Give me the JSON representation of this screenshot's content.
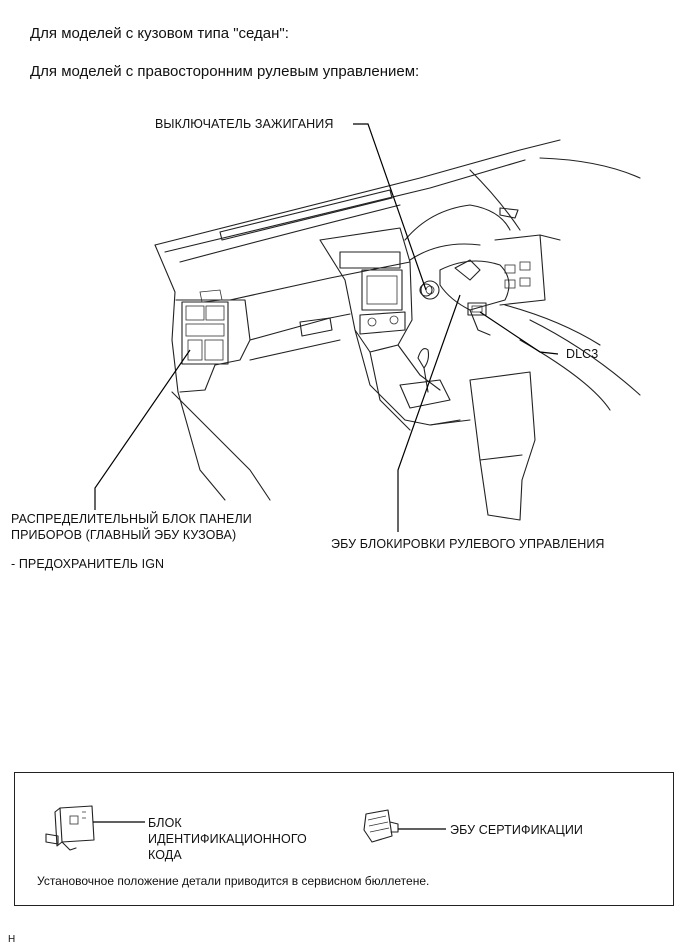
{
  "header": {
    "line1": "Для моделей с кузовом типа \"седан\":",
    "line2": "Для моделей с правосторонним рулевым управлением:"
  },
  "labels": {
    "ignition_switch": "ВЫКЛЮЧАТЕЛЬ ЗАЖИГАНИЯ",
    "dlc3": "DLC3",
    "junction_block_line1": "РАСПРЕДЕЛИТЕЛЬНЫЙ БЛОК ПАНЕЛИ",
    "junction_block_line2": "ПРИБОРОВ (ГЛАВНЫЙ ЭБУ КУЗОВА)",
    "fuse_ign": "- ПРЕДОХРАНИТЕЛЬ IGN",
    "steering_lock_ecu": "ЭБУ БЛОКИРОВКИ РУЛЕВОГО УПРАВЛЕНИЯ"
  },
  "legend_box": {
    "id_code_box_line1": "БЛОК",
    "id_code_box_line2": "ИДЕНТИФИКАЦИОННОГО",
    "id_code_box_line3": "КОДА",
    "cert_ecu": "ЭБУ СЕРТИФИКАЦИИ",
    "note": "Установочное положение детали приводится в сервисном бюллетене."
  },
  "footer_mark": "H"
}
